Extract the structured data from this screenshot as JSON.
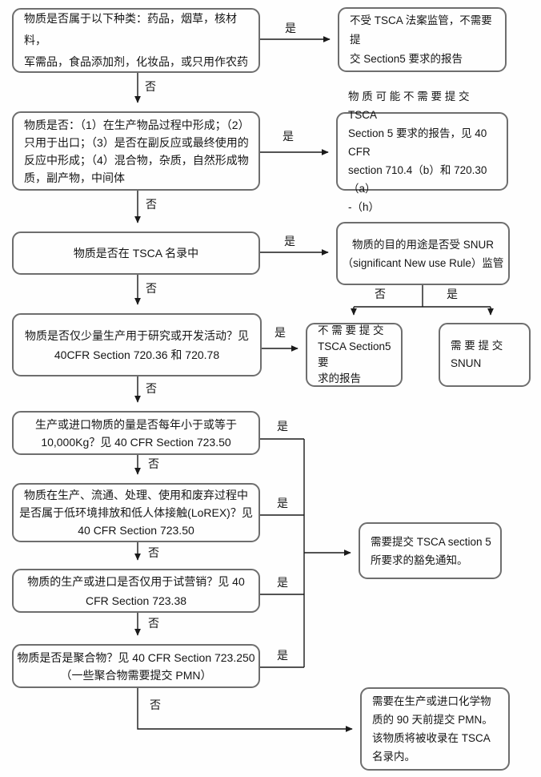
{
  "theme": {
    "box_border_color": "#6e6e6e",
    "connector_color": "#1a1a1a",
    "background": "#fefefe",
    "text_color": "#151515"
  },
  "labels": {
    "yes": "是",
    "no": "否"
  },
  "boxes": {
    "q_exempt_categories": {
      "lines": [
        "物质是否属于以下种类：药品，烟草，核材料，",
        "军需品，食品添加剂，化妆品，或只用作农药"
      ]
    },
    "r_not_regulated": {
      "lines": [
        "不受 TSCA 法案监管，不需要提",
        "交 Section5 要求的报告"
      ]
    },
    "q_formation_exclusions": {
      "lines": [
        "物质是否：（1）在生产物品过程中形成；（2）",
        "只用于出口；（3）是否在副反应或最终使用的",
        "反应中形成；（4）混合物，杂质，自然形成物",
        "质，副产物，中间体"
      ]
    },
    "r_maybe_no_report": {
      "lines": [
        "物 质 可 能 不 需 要 提 交  TSCA",
        "Section 5 要求的报告，见 40 CFR",
        "section 710.4（b）和 720.30（a）",
        "-（h）"
      ]
    },
    "q_inventory": {
      "lines": [
        "物质是否在 TSCA 名录中"
      ]
    },
    "q_snur": {
      "lines": [
        "物质的目的用途是否受  SNUR",
        "（significant New use Rule）监管"
      ]
    },
    "q_rnd": {
      "lines": [
        "物质是否仅少量生产用于研究或开发活动？见",
        "40CFR Section 720.36 和 720.78"
      ]
    },
    "r_no_report": {
      "lines": [
        "不 需 要 提 交",
        "TSCA Section5 要",
        "求的报告"
      ]
    },
    "r_submit_snun": {
      "lines": [
        "需 要 提 交",
        "SNUN"
      ]
    },
    "q_volume": {
      "lines": [
        "生产或进口物质的量是否每年小于或等于",
        "10,000Kg？见 40 CFR Section 723.50"
      ]
    },
    "q_lorex": {
      "lines": [
        "物质在生产、流通、处理、使用和废弃过程中",
        "是否属于低环境排放和低人体接触(LoREX)？见",
        "40 CFR Section 723.50"
      ]
    },
    "q_test_marketing": {
      "lines": [
        "物质的生产或进口是否仅用于试营销？见 40",
        "CFR Section 723.38"
      ]
    },
    "q_polymer": {
      "lines": [
        "物质是否是聚合物？见 40 CFR Section 723.250",
        "（一些聚合物需要提交 PMN）"
      ]
    },
    "r_exemption_notice": {
      "lines": [
        "需要提交 TSCA  section  5",
        "所要求的豁免通知。"
      ]
    },
    "r_submit_pmn": {
      "lines": [
        "需要在生产或进口化学物",
        "质的 90 天前提交 PMN。",
        "该物质将被收录在 TSCA",
        "名录内。"
      ]
    }
  }
}
